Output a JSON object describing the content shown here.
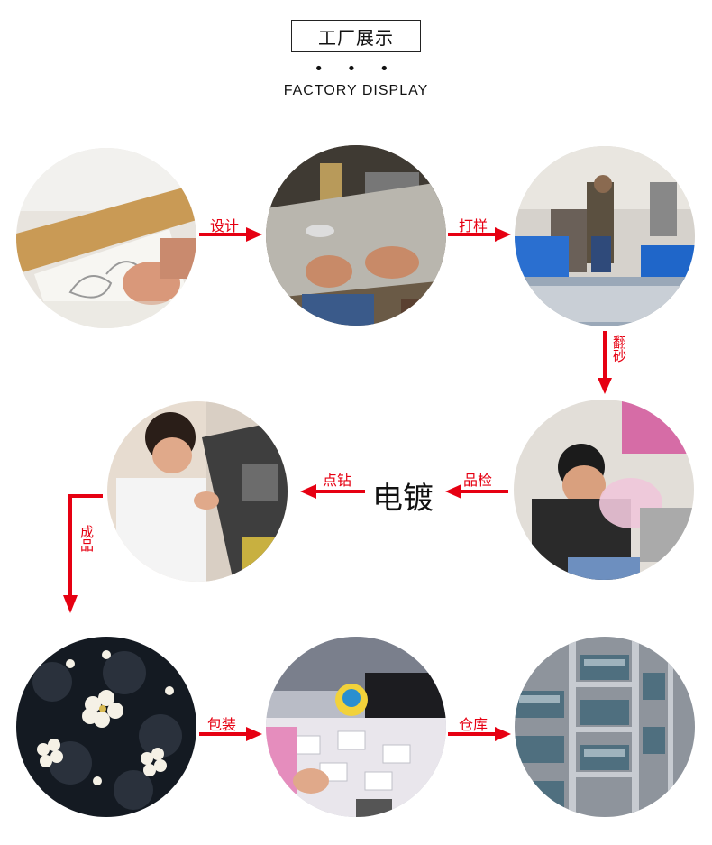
{
  "header": {
    "title": "工厂展示",
    "dots": "• • •",
    "subtitle": "FACTORY DISPLAY"
  },
  "steps": {
    "design": "设计",
    "sample": "打样",
    "sand": "翻砂",
    "inspect": "品检",
    "plating": "电镀",
    "stone": "点钻",
    "finished": "成品",
    "packing": "包装",
    "warehouse": "仓库"
  },
  "colors": {
    "arrow": "#e60012",
    "text": "#111111"
  }
}
